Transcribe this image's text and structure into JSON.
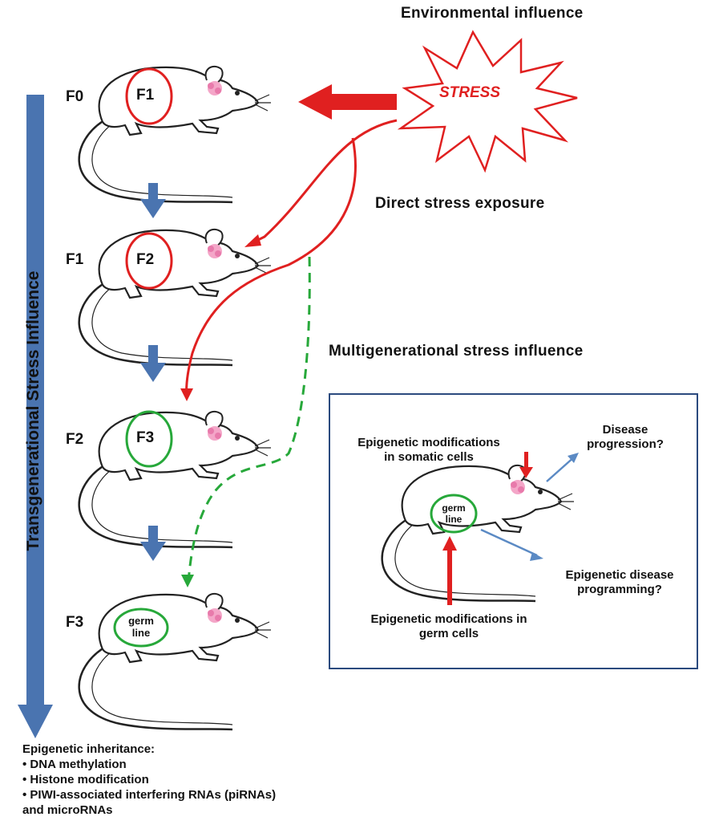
{
  "environment": {
    "heading": "Environmental influence",
    "stress_label": "STRESS"
  },
  "exposure": {
    "direct": "Direct stress exposure",
    "multigenerational": "Multigenerational stress influence"
  },
  "generations": [
    {
      "label": "F0",
      "inner": "F1",
      "ring_color": "#e02020"
    },
    {
      "label": "F1",
      "inner": "F2",
      "ring_color": "#e02020"
    },
    {
      "label": "F2",
      "inner": "F3",
      "ring_color": "#27a83a"
    },
    {
      "label": "F3",
      "inner": "germ line",
      "ring_color": "#27a83a"
    }
  ],
  "transgenerational_label": "Transgenerational Stress Influence",
  "inset": {
    "somatic": "Epigenetic modifications in somatic cells",
    "germ": "Epigenetic modifications in germ cells",
    "germ_line": "germ line",
    "disease_progression": "Disease progression?",
    "disease_programming": "Epigenetic disease programming?"
  },
  "footer": {
    "title": "Epigenetic inheritance:",
    "items": [
      "DNA methylation",
      "Histone modification",
      "PIWI-associated interfering RNAs (piRNAs) and microRNAs"
    ]
  },
  "colors": {
    "stress_red": "#e02020",
    "germline_green": "#27a83a",
    "timeline_blue": "#4a74b0",
    "inset_arrow_blue": "#5b8ac4",
    "box_border": "#2b4a7e"
  }
}
